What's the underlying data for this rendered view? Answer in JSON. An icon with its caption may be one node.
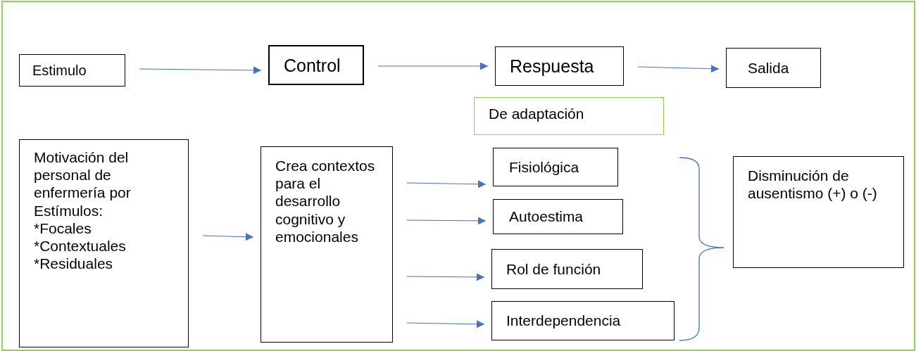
{
  "diagram": {
    "nodes": [
      {
        "text": [
          "Estimulo"
        ]
      },
      {
        "text": [
          "Control"
        ]
      },
      {
        "text": [
          "Respuesta"
        ]
      },
      {
        "text": [
          "Salida"
        ]
      },
      {
        "text": [
          "De adaptación"
        ]
      },
      {
        "text": [
          "Motivación del personal de enfermería por Estímulos:",
          "*Focales",
          "*Contextuales",
          "*Residuales"
        ]
      },
      {
        "text": [
          "Crea contextos para el desarrollo cognitivo y emocionales"
        ]
      },
      {
        "text": [
          "Fisiológica"
        ]
      },
      {
        "text": [
          "Autoestima"
        ]
      },
      {
        "text": [
          "Rol de función"
        ]
      },
      {
        "text": [
          "Interdependencia"
        ]
      },
      {
        "text": [
          "Disminución de ausentismo (+) o (-)"
        ]
      }
    ],
    "edges": [
      {
        "from": 0,
        "to": 1,
        "arrow": "to"
      },
      {
        "from": 1,
        "to": 2,
        "arrow": "to"
      },
      {
        "from": 2,
        "to": 3,
        "arrow": "to"
      },
      {
        "from": 5,
        "to": 6,
        "arrow": "to"
      },
      {
        "from": 6,
        "to": 7,
        "arrow": "to"
      },
      {
        "from": 6,
        "to": 8,
        "arrow": "to"
      },
      {
        "from": 6,
        "to": 9,
        "arrow": "to"
      },
      {
        "from": 6,
        "to": 10,
        "arrow": "to"
      }
    ]
  }
}
